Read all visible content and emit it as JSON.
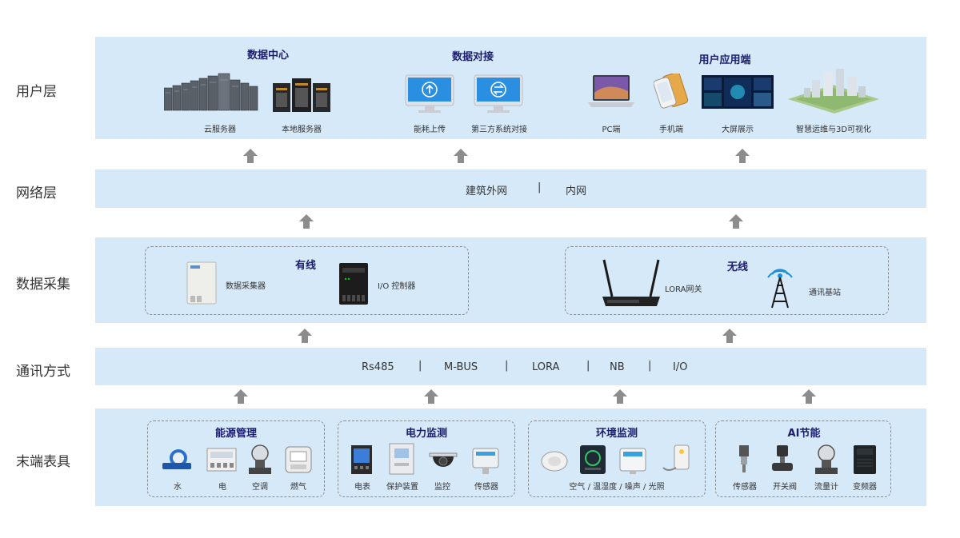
{
  "layers": {
    "user": "用户层",
    "network": "网络层",
    "collect": "数据采集",
    "comm": "通讯方式",
    "terminal": "末端表具"
  },
  "user_layer": {
    "data_center": {
      "title": "数据中心",
      "items": [
        "云服务器",
        "本地服务器"
      ]
    },
    "data_dock": {
      "title": "数据对接",
      "items": [
        "能耗上传",
        "第三方系统对接"
      ]
    },
    "user_app": {
      "title": "用户应用端",
      "items": [
        "PC端",
        "手机端",
        "大屏展示",
        "智慧运维与3D可视化"
      ]
    }
  },
  "network_layer": {
    "items": [
      "建筑外网",
      "内网"
    ],
    "sep": "|"
  },
  "collect_layer": {
    "wired": {
      "title": "有线",
      "items": [
        "数据采集器",
        "I/O 控制器"
      ]
    },
    "wireless": {
      "title": "无线",
      "items": [
        "LORA网关",
        "通讯基站"
      ]
    }
  },
  "comm_layer": {
    "items": [
      "Rs485",
      "M-BUS",
      "LORA",
      "NB",
      "I/O"
    ],
    "sep": "|"
  },
  "terminal_layer": {
    "energy": {
      "title": "能源管理",
      "items": [
        "水",
        "电",
        "空调",
        "燃气"
      ]
    },
    "power": {
      "title": "电力监测",
      "items": [
        "电表",
        "保护装置",
        "监控",
        "传感器"
      ]
    },
    "env": {
      "title": "环境监测",
      "caption": "空气 / 温湿度 / 噪声 / 光照"
    },
    "ai": {
      "title": "AI节能",
      "items": [
        "传感器",
        "开关阀",
        "流量计",
        "变频器"
      ]
    }
  },
  "colors": {
    "band": "#d6e9f8",
    "title": "#1d1d6e",
    "arrow": "#8c8c8c"
  }
}
